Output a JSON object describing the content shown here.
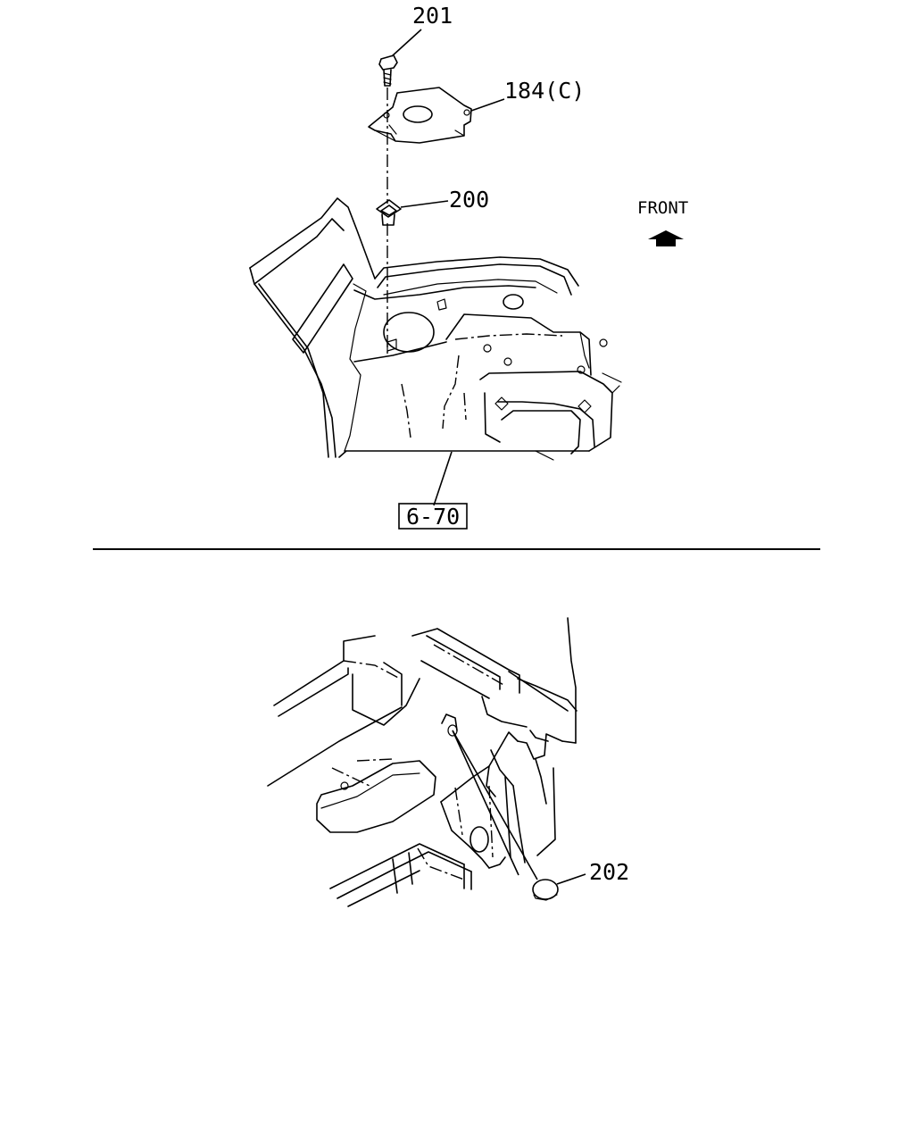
{
  "labels": {
    "bolt": "201",
    "bracket": "184(C)",
    "clip_nut": "200",
    "reference": "6-70",
    "front": "FRONT",
    "plug": "202"
  },
  "icons": {
    "front_arrow": "arrow-up-icon"
  }
}
